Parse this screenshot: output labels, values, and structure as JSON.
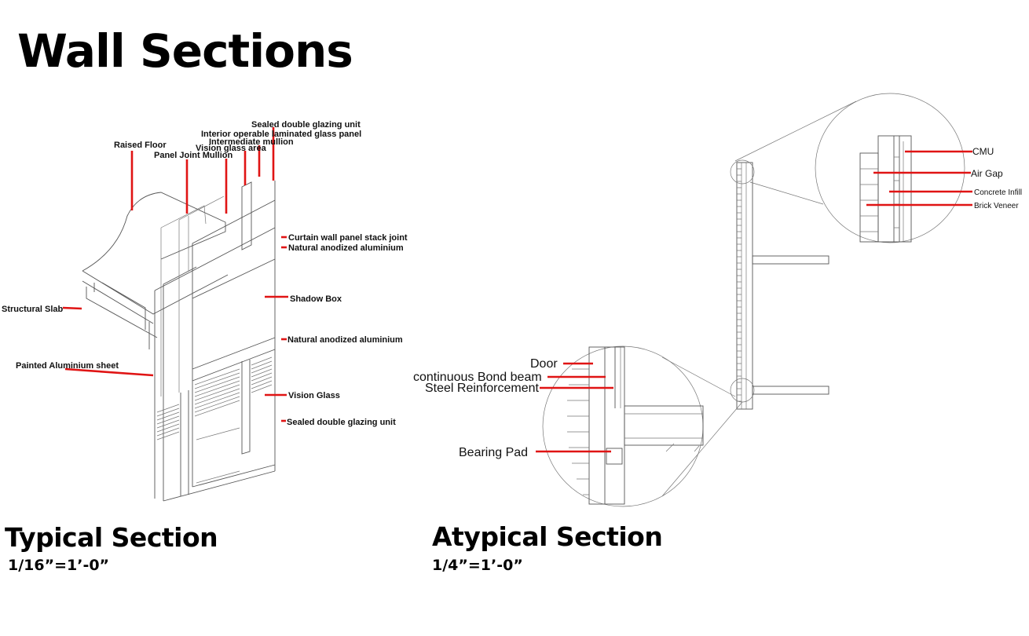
{
  "page": {
    "title": "Wall Sections"
  },
  "typical": {
    "title": "Typical Section",
    "scale": "1/16”=1’-0”",
    "labels": {
      "sealed_top": "Sealed double glazing unit",
      "interior_panel": "Interior operable laminated glass panel",
      "intermediate_mullion": "Intermediate mullion",
      "vision_area": "Vision glass area",
      "raised_floor": "Raised Floor",
      "panel_joint": "Panel Joint Mullion",
      "stack_joint": "Curtain wall panel stack joint",
      "anodized_1": "Natural anodized aluminium",
      "shadow_box": "Shadow Box",
      "structural_slab": "Structural Slab",
      "anodized_2": "Natural anodized aluminium",
      "painted_sheet": "Painted Aluminium sheet",
      "vision_glass": "Vision Glass",
      "sealed_bottom": "Sealed double glazing unit"
    }
  },
  "atypical": {
    "title": "Atypical Section",
    "scale": "1/4”=1’-0”",
    "labels": {
      "cmu": "CMU",
      "air_gap": "Air Gap",
      "concrete_infill": "Concrete Infill",
      "brick_veneer": "Brick Veneer",
      "door": "Door",
      "bond_beam": "continuous Bond beam",
      "steel_reinf": "Steel Reinforcement",
      "bearing_pad": "Bearing Pad"
    }
  },
  "colors": {
    "leader": "#e01414",
    "linework": "#555555"
  }
}
